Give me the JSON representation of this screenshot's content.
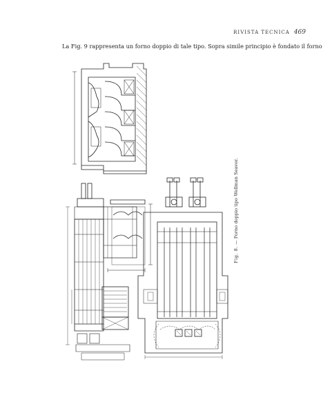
{
  "header": {
    "journal": "RIVISTA TECNICA",
    "page_number": "469"
  },
  "body_text": {
    "line": "La Fig. 9 rappresenta un forno doppio di tale tipo. Sopra simile principio è fondato il forno"
  },
  "figure": {
    "caption_fig": "Fig. 8.",
    "caption_text": "— Forno doppio tipo Wellman Seaver."
  }
}
